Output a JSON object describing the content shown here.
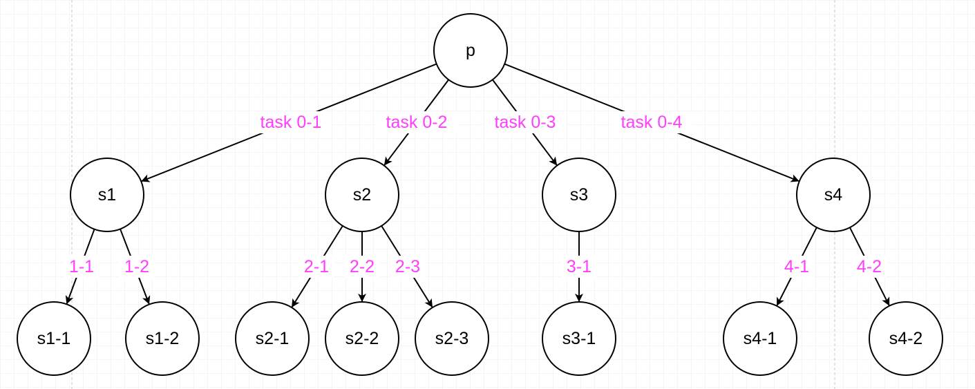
{
  "colors": {
    "edge_label": "#ff3dff",
    "grid": "#e8e8e8",
    "guide": "#c8c8c8"
  },
  "nodes": [
    {
      "id": "p",
      "label": "p"
    },
    {
      "id": "s1",
      "label": "s1"
    },
    {
      "id": "s2",
      "label": "s2"
    },
    {
      "id": "s3",
      "label": "s3"
    },
    {
      "id": "s4",
      "label": "s4"
    },
    {
      "id": "s1-1",
      "label": "s1-1"
    },
    {
      "id": "s1-2",
      "label": "s1-2"
    },
    {
      "id": "s2-1",
      "label": "s2-1"
    },
    {
      "id": "s2-2",
      "label": "s2-2"
    },
    {
      "id": "s2-3",
      "label": "s2-3"
    },
    {
      "id": "s3-1",
      "label": "s3-1"
    },
    {
      "id": "s4-1",
      "label": "s4-1"
    },
    {
      "id": "s4-2",
      "label": "s4-2"
    }
  ],
  "edges": [
    {
      "from": "p",
      "to": "s1",
      "label": "task 0-1"
    },
    {
      "from": "p",
      "to": "s2",
      "label": "task 0-2"
    },
    {
      "from": "p",
      "to": "s3",
      "label": "task 0-3"
    },
    {
      "from": "p",
      "to": "s4",
      "label": "task 0-4"
    },
    {
      "from": "s1",
      "to": "s1-1",
      "label": "1-1"
    },
    {
      "from": "s1",
      "to": "s1-2",
      "label": "1-2"
    },
    {
      "from": "s2",
      "to": "s2-1",
      "label": "2-1"
    },
    {
      "from": "s2",
      "to": "s2-2",
      "label": "2-2"
    },
    {
      "from": "s2",
      "to": "s2-3",
      "label": "2-3"
    },
    {
      "from": "s3",
      "to": "s3-1",
      "label": "3-1"
    },
    {
      "from": "s4",
      "to": "s4-1",
      "label": "4-1"
    },
    {
      "from": "s4",
      "to": "s4-2",
      "label": "4-2"
    }
  ]
}
